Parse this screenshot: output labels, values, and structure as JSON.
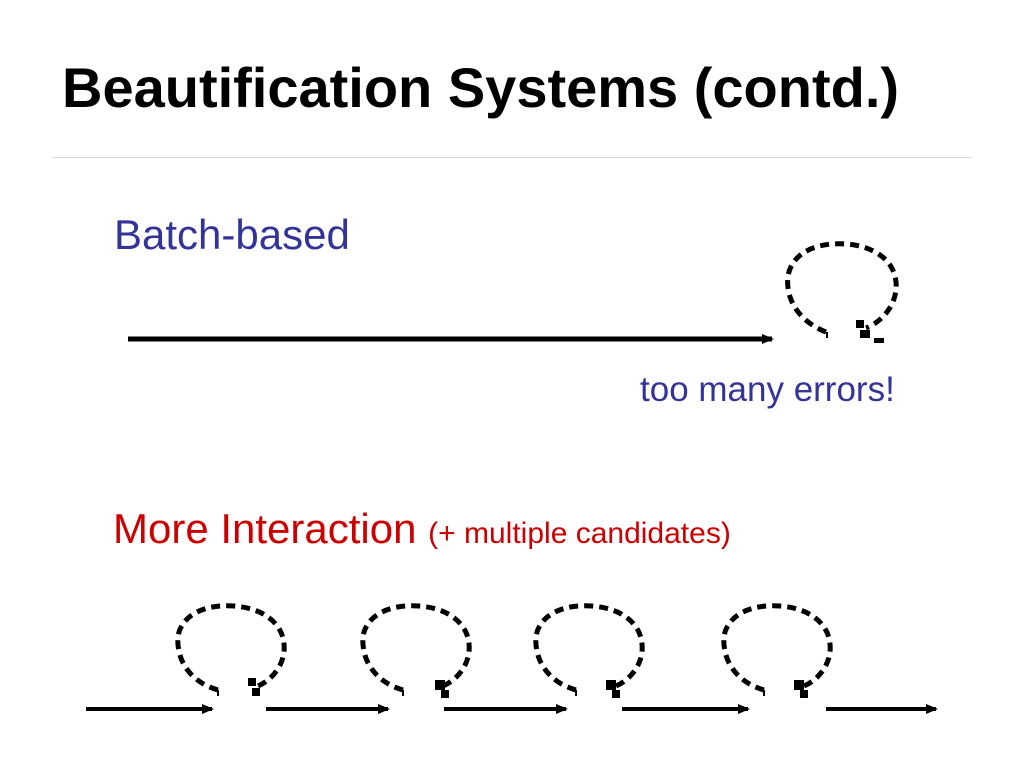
{
  "slide": {
    "title": "Beautification Systems (contd.)",
    "batch": {
      "heading": "Batch-based",
      "note": "too many errors!",
      "color": "#333399",
      "loop_count": 1
    },
    "interaction": {
      "heading": "More Interaction",
      "subheading": "(+ multiple candidates)",
      "color": "#cc0000",
      "loop_count": 4
    }
  }
}
